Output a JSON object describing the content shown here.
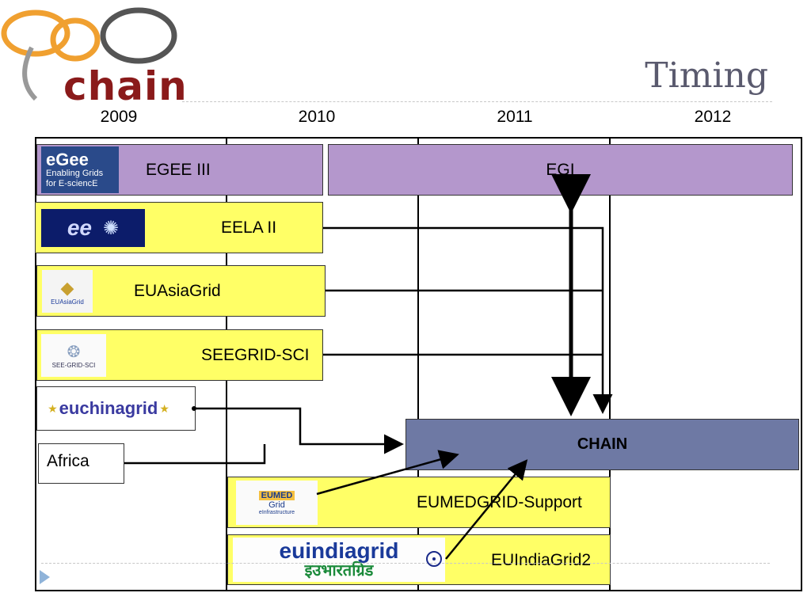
{
  "slide": {
    "title": "Timing",
    "logo": {
      "text": "chain",
      "icon": "chain-logo-icon"
    }
  },
  "timeline": {
    "years": [
      "2009",
      "2010",
      "2011",
      "2012"
    ]
  },
  "projects": {
    "egee": {
      "label": "EGEE III",
      "logo_line1": "eGee",
      "logo_line2": "Enabling Grids",
      "logo_line3": "for E-sciencE"
    },
    "egi": {
      "label": "EGI"
    },
    "eela": {
      "label": "EELA II",
      "logo_text": "ee"
    },
    "euasiagrid": {
      "label": "EUAsiaGrid",
      "logo_text": "EUAsiaGrid"
    },
    "seegrid": {
      "label": "SEEGRID-SCI",
      "logo_text": "SEE-GRID-SCI"
    },
    "euchinagrid": {
      "logo_text": "euchinagrid"
    },
    "africa": {
      "label": "Africa"
    },
    "chain": {
      "label": "CHAIN"
    },
    "eumedgrid": {
      "label": "EUMEDGRID-Support",
      "logo_line1": "EUMED",
      "logo_line2": "Grid",
      "logo_line3": "eInfrastructure"
    },
    "euindiagrid": {
      "label": "EUIndiaGrid2",
      "logo_line1": "euindiagrid",
      "logo_line2": "इउभारतग्रिड"
    }
  },
  "colors": {
    "purple_bar": "#b497cc",
    "yellow_bar": "#ffff66",
    "chain_bar": "#6e79a4",
    "title_text": "#5a5a6e"
  }
}
